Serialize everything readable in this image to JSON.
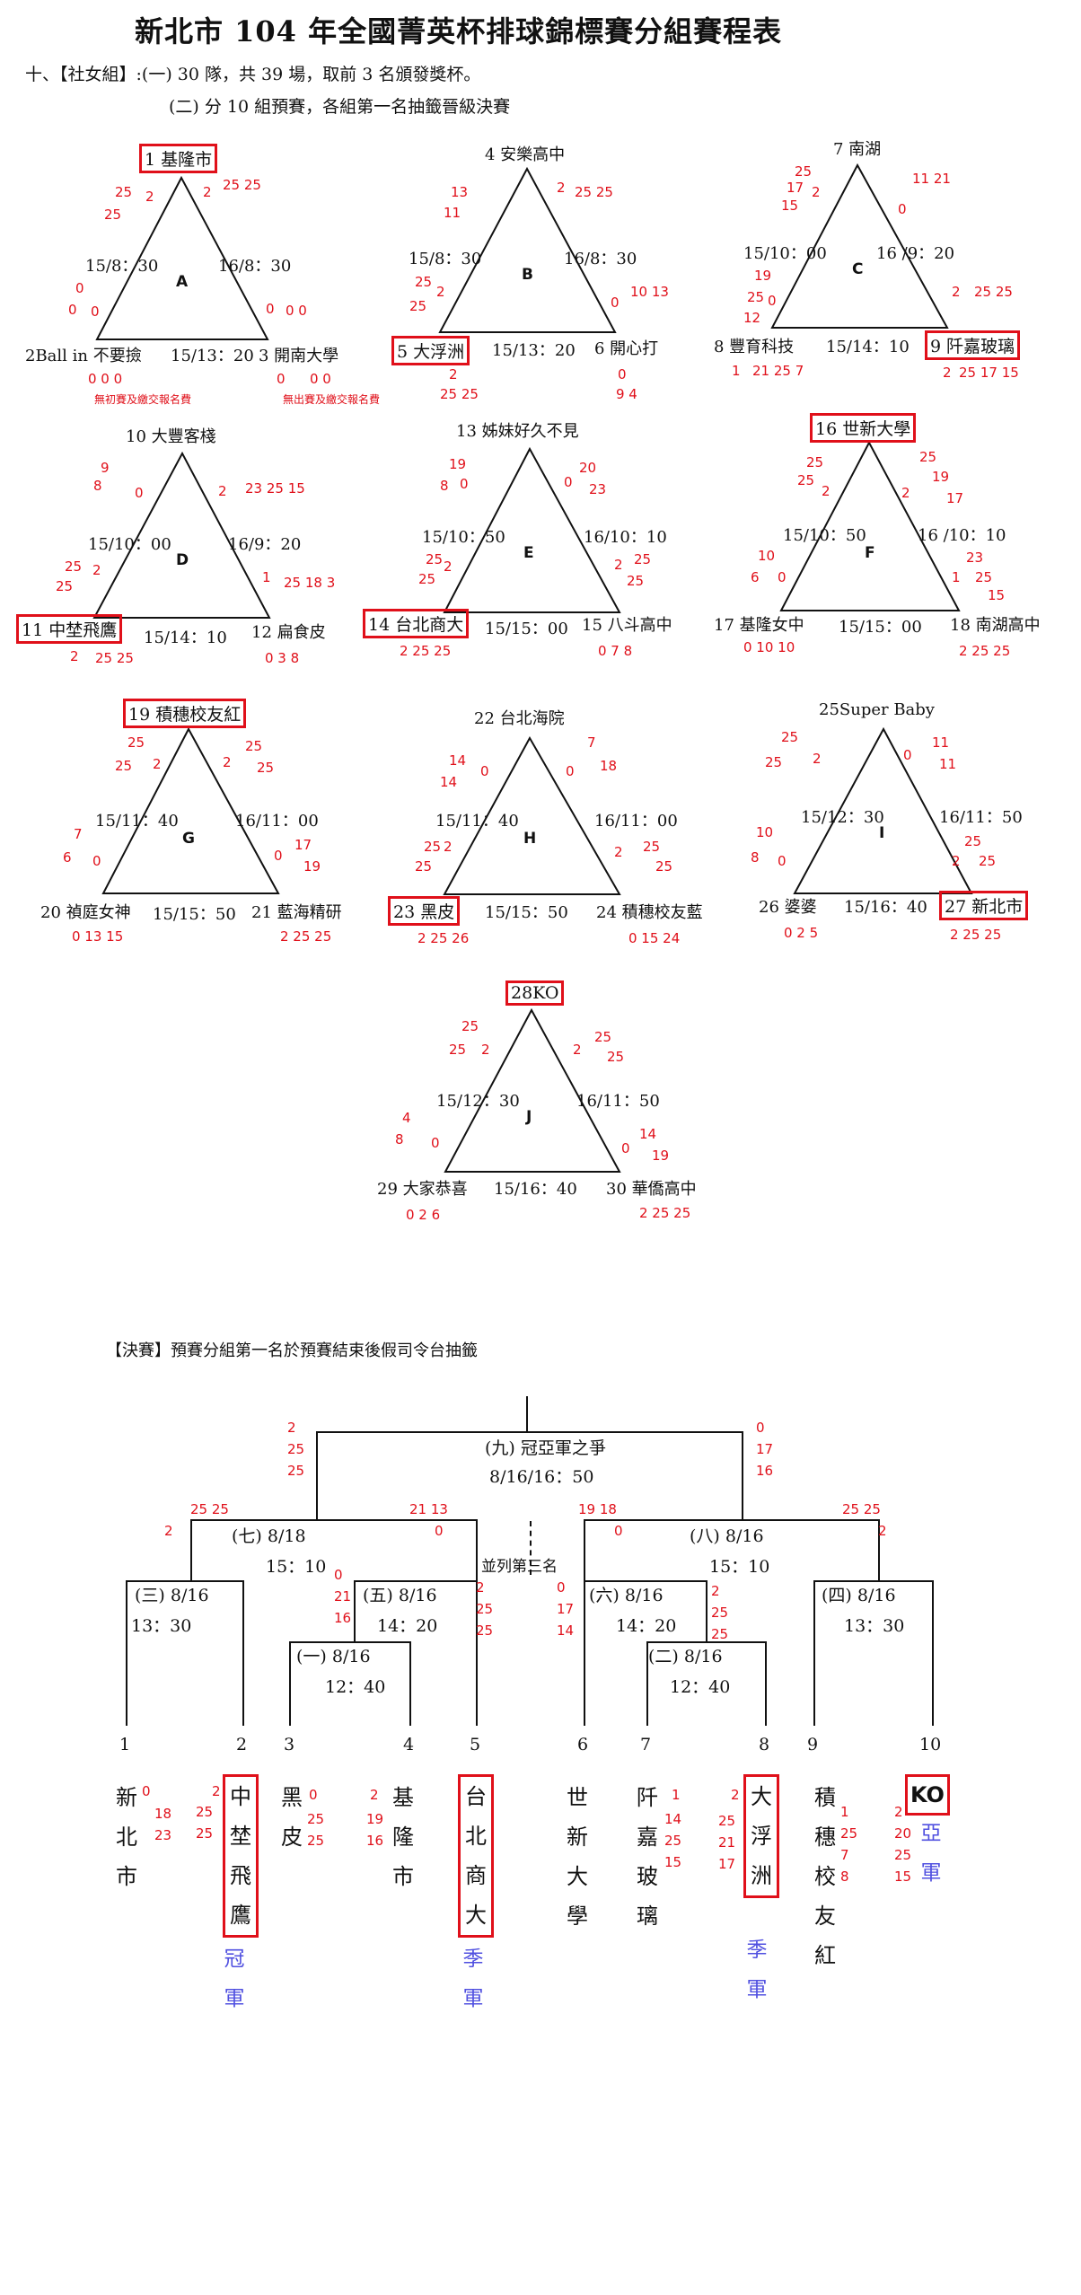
{
  "title": "新北市 104 年全國菁英杯排球錦標賽分組賽程表",
  "intro": {
    "line1": "十、【社女組】:(一) 30 隊，共 39 場，取前 3 名頒發獎杯。",
    "line2": "(二) 分 10 組預賽，各組第一名抽籤晉級決賽"
  },
  "groups": {
    "A": {
      "letter": "A",
      "top": "1 基隆市",
      "left": "2Ball in 不要撿",
      "right": "3 開南大學",
      "tl": "15/8：30",
      "tr": "16/8：30",
      "b": "15/13：20",
      "left_note": "無初賽及繳交報名費",
      "right_note": "無出賽及繳交報名費"
    },
    "B": {
      "letter": "B",
      "top": "4 安樂高中",
      "left": "5 大浮洲",
      "right": "6 開心打",
      "tl": "15/8：30",
      "tr": "16/8：30",
      "b": "15/13：20"
    },
    "C": {
      "letter": "C",
      "top": "7 南湖",
      "left": "8 豐育科技",
      "right": "9 阡嘉玻璃",
      "tl": "15/10：00",
      "tr": "16 /9：20",
      "b": "15/14：10"
    },
    "D": {
      "letter": "D",
      "top": "10 大豐客棧",
      "left": "11 中埜飛鷹",
      "right": "12 扁食皮",
      "tl": "15/10：00",
      "tr": "16/9：20",
      "b": "15/14：10"
    },
    "E": {
      "letter": "E",
      "top": "13 姊妹好久不見",
      "left": "14 台北商大",
      "right": "15 八斗高中",
      "tl": "15/10：50",
      "tr": "16/10：10",
      "b": "15/15：00"
    },
    "F": {
      "letter": "F",
      "top": "16 世新大學",
      "left": "17 基隆女中",
      "right": "18 南湖高中",
      "tl": "15/10：50",
      "tr": "16 /10：10",
      "b": "15/15：00"
    },
    "G": {
      "letter": "G",
      "top": "19 積穗校友紅",
      "left": "20 禎庭女神",
      "right": "21 藍海精研",
      "tl": "15/11：40",
      "tr": "16/11：00",
      "b": "15/15：50"
    },
    "H": {
      "letter": "H",
      "top": "22 台北海院",
      "left": "23 黑皮",
      "right": "24 積穗校友藍",
      "tl": "15/11：40",
      "tr": "16/11：00",
      "b": "15/15：50"
    },
    "I": {
      "letter": "I",
      "top": "25Super Baby",
      "left": "26 婆婆",
      "right": "27 新北市",
      "tl": "15/12：30",
      "tr": "16/11：50",
      "b": "15/16：40"
    },
    "J": {
      "letter": "J",
      "top": "28KO",
      "left": "29 大家恭喜",
      "right": "30 華僑高中",
      "tl": "15/12：30",
      "tr": "16/11：50",
      "b": "15/16：40"
    }
  },
  "final": {
    "heading": "【決賽】預賽分組第一名於預賽結束後假司令台抽籤",
    "m9": "(九) 冠亞軍之爭",
    "m9t": "8/16/16：50",
    "m7": "(七) 8/18",
    "m7t": "15：10",
    "m8": "(八) 8/16",
    "m8t": "15：10",
    "third": "並列第三名",
    "m3": "(三) 8/16",
    "m3t": "13：30",
    "m5": "(五) 8/16",
    "m5t": "14：20",
    "m6": "(六) 8/16",
    "m6t": "14：20",
    "m4": "(四) 8/16",
    "m4t": "13：30",
    "m1": "(一) 8/16",
    "m1t": "12：40",
    "m2": "(二) 8/16",
    "m2t": "12：40",
    "slots": [
      "1",
      "2",
      "3",
      "4",
      "5",
      "6",
      "7",
      "8",
      "9",
      "10"
    ],
    "teams": [
      "新北市",
      "中埜飛鷹",
      "黑皮",
      "基隆市",
      "台北商大",
      "世新大學",
      "阡嘉玻璃",
      "大浮洲",
      "積穗校友紅",
      "KO"
    ],
    "awards": {
      "champion": "冠軍",
      "runner": "亞軍",
      "third": "季軍"
    }
  }
}
